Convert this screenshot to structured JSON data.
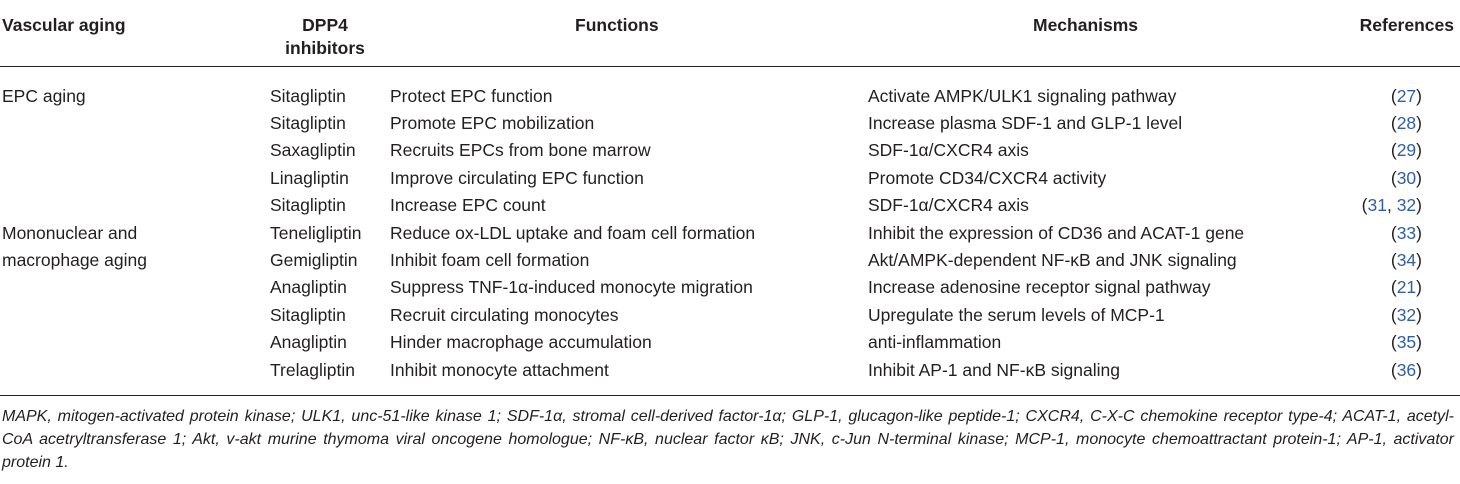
{
  "table": {
    "headers": {
      "vascular_aging": "Vascular aging",
      "dpp4_inhibitors_line1": "DPP4",
      "dpp4_inhibitors_line2": "inhibitors",
      "functions": "Functions",
      "mechanisms": "Mechanisms",
      "references": "References"
    },
    "rows": [
      {
        "aging": "EPC aging",
        "inhibitor": "Sitagliptin",
        "function": "Protect EPC function",
        "mechanism": "Activate AMPK/ULK1 signaling pathway",
        "refs": [
          "27"
        ]
      },
      {
        "aging": "",
        "inhibitor": "Sitagliptin",
        "function": "Promote EPC mobilization",
        "mechanism": "Increase plasma SDF-1 and GLP-1 level",
        "refs": [
          "28"
        ]
      },
      {
        "aging": "",
        "inhibitor": "Saxagliptin",
        "function": "Recruits EPCs from bone marrow",
        "mechanism": "SDF-1α/CXCR4 axis",
        "refs": [
          "29"
        ]
      },
      {
        "aging": "",
        "inhibitor": "Linagliptin",
        "function": "Improve circulating EPC function",
        "mechanism": "Promote CD34/CXCR4 activity",
        "refs": [
          "30"
        ]
      },
      {
        "aging": "",
        "inhibitor": "Sitagliptin",
        "function": "Increase EPC count",
        "mechanism": "SDF-1α/CXCR4 axis",
        "refs": [
          "31",
          "32"
        ]
      },
      {
        "aging": "Mononuclear and",
        "inhibitor": "Teneligliptin",
        "function": "Reduce ox-LDL uptake and foam cell formation",
        "mechanism": "Inhibit the expression of CD36 and ACAT-1 gene",
        "refs": [
          "33"
        ]
      },
      {
        "aging": "macrophage aging",
        "inhibitor": "Gemigliptin",
        "function": "Inhibit foam cell formation",
        "mechanism": "Akt/AMPK-dependent NF-κB and JNK signaling",
        "refs": [
          "34"
        ]
      },
      {
        "aging": "",
        "inhibitor": "Anagliptin",
        "function": "Suppress TNF-1α-induced monocyte migration",
        "mechanism": "Increase adenosine receptor signal pathway",
        "refs": [
          "21"
        ]
      },
      {
        "aging": "",
        "inhibitor": "Sitagliptin",
        "function": "Recruit circulating monocytes",
        "mechanism": "Upregulate the serum levels of MCP-1",
        "refs": [
          "32"
        ]
      },
      {
        "aging": "",
        "inhibitor": "Anagliptin",
        "function": "Hinder macrophage accumulation",
        "mechanism": "anti-inflammation",
        "refs": [
          "35"
        ]
      },
      {
        "aging": "",
        "inhibitor": "Trelagliptin",
        "function": "Inhibit monocyte attachment",
        "mechanism": "Inhibit AP-1 and NF-κB signaling",
        "refs": [
          "36"
        ]
      }
    ]
  },
  "footnote": "MAPK, mitogen-activated protein kinase; ULK1, unc-51-like kinase 1; SDF-1α, stromal cell-derived factor-1α; GLP-1, glucagon-like peptide-1; CXCR4, C-X-C chemokine receptor type-4; ACAT-1, acetyl-CoA acetryltransferase 1; Akt, v-akt murine thymoma viral oncogene homologue; NF-κB, nuclear factor κB; JNK, c-Jun N-terminal kinase; MCP-1, monocyte chemoattractant protein-1; AP-1, activator protein 1.",
  "colors": {
    "text": "#231f20",
    "reference_link": "#2e5fa8"
  }
}
